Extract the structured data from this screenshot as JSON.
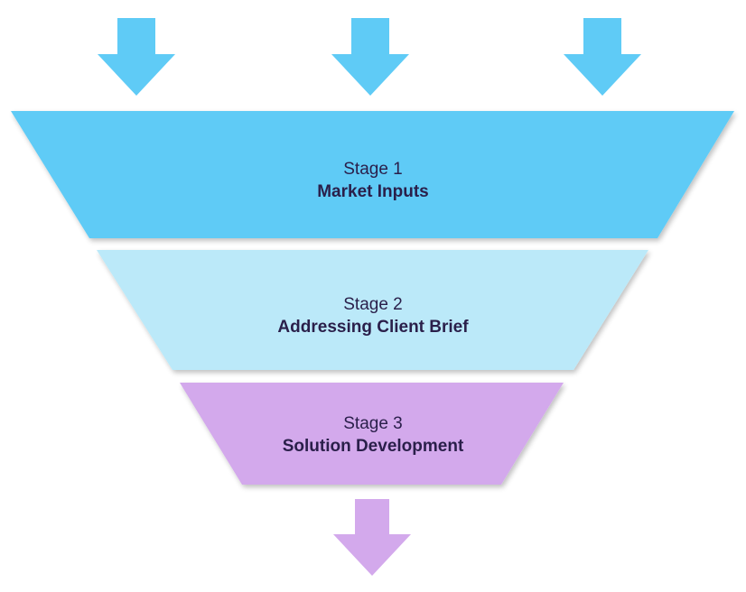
{
  "colors": {
    "stage1": "#5fcbf6",
    "stage2": "#bbe9f9",
    "stage3": "#d3a9ec",
    "arrow_in": "#5fcbf6",
    "arrow_out": "#d3a9ec",
    "shadow": "#d8d8d8",
    "text": "#2a1f4a"
  },
  "stages": [
    {
      "number_label": "Stage 1",
      "title": "Market Inputs"
    },
    {
      "number_label": "Stage 2",
      "title": "Addressing Client Brief"
    },
    {
      "number_label": "Stage 3",
      "title": "Solution Development"
    }
  ],
  "icons": {
    "input_arrows": [
      "arrow-down-icon",
      "arrow-down-icon",
      "arrow-down-icon"
    ],
    "output_arrow": "arrow-down-icon"
  }
}
